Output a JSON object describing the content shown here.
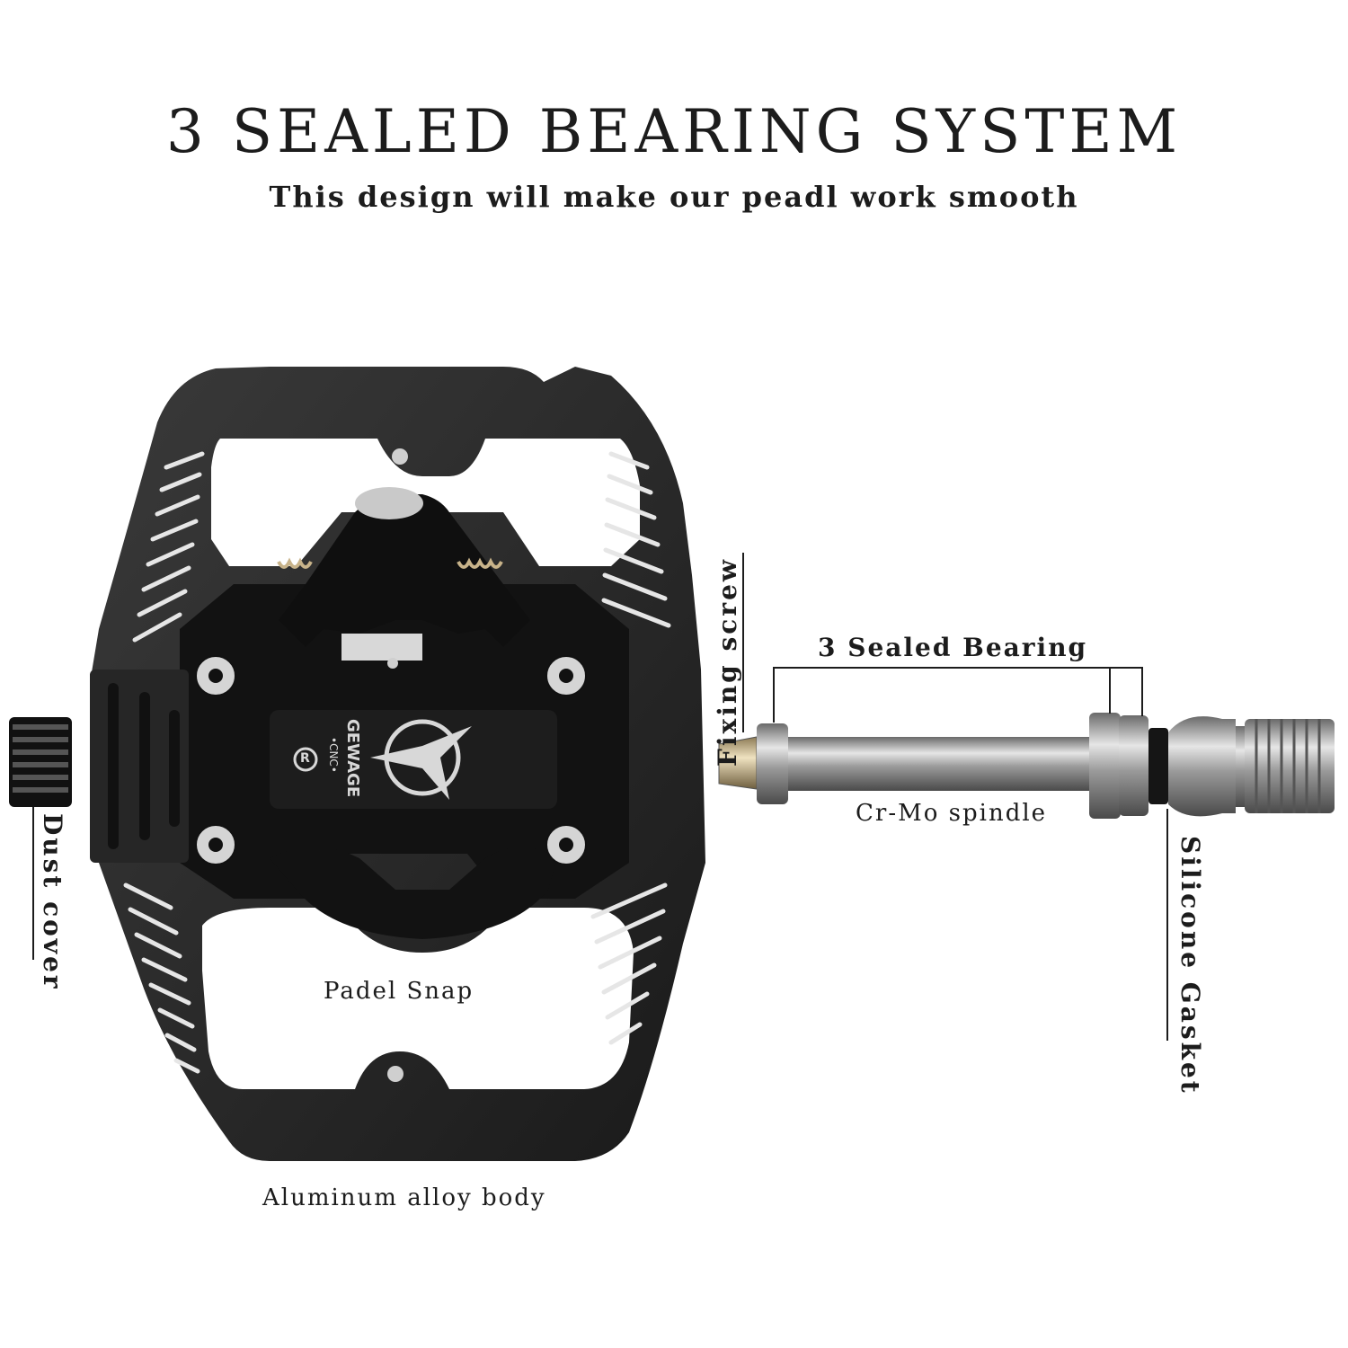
{
  "header": {
    "title": "3 SEALED BEARING SYSTEM",
    "subtitle": "This design will make our peadl work smooth"
  },
  "pedal": {
    "brand": "GEWAGE",
    "brand_sub": "•CNC•",
    "registered_mark": "R"
  },
  "labels": {
    "fixing_screw": "Fixing screw",
    "sealed_bearing": "3 Sealed Bearing",
    "spindle": "Cr-Mo spindle",
    "silicone_gasket": "Silicone Gasket",
    "dust_cover": "Dust cover",
    "padel_snap": "Padel Snap",
    "body": "Aluminum alloy body"
  }
}
